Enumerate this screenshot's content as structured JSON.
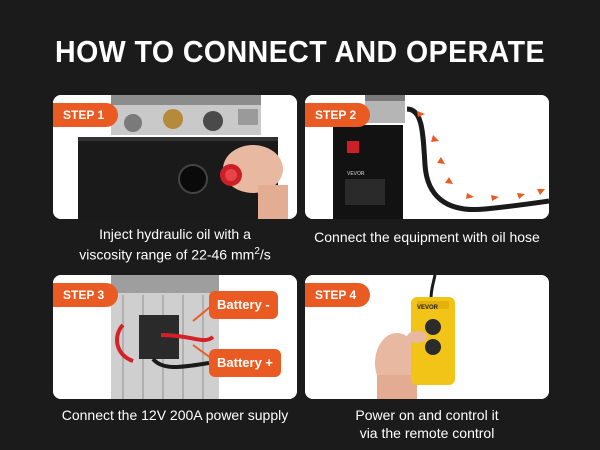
{
  "headline": "HOW TO CONNECT AND OPERATE",
  "colors": {
    "accent": "#ea5b23",
    "background": "#1b1b1b",
    "card": "#ffffff"
  },
  "steps": [
    {
      "badge": "STEP 1",
      "caption_line1": "Inject hydraulic oil  with a",
      "caption_line2_pre": "viscosity  range of 22-46 mm",
      "caption_sup": "2",
      "caption_line2_post": "/s"
    },
    {
      "badge": "STEP 2",
      "caption": "Connect the equipment with oil hose",
      "brand_text": "VEVOR"
    },
    {
      "badge": "STEP 3",
      "battery_neg": "Battery -",
      "battery_pos": "Battery +",
      "caption": "Connect the 12V 200A power supply"
    },
    {
      "badge": "STEP 4",
      "brand_text": "VEVOR",
      "caption_line1": "Power on and control it",
      "caption_line2": "via the remote control"
    }
  ]
}
